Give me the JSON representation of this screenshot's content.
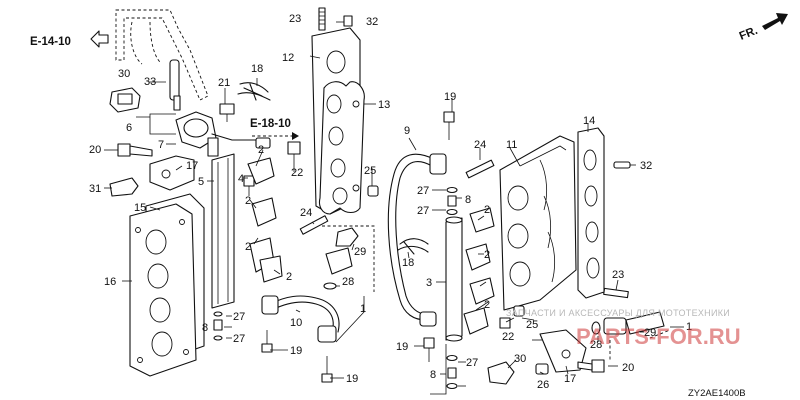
{
  "references": {
    "left": "E-14-10",
    "middle": "E-18-10",
    "front": "FR."
  },
  "diagram_code": "ZY2AE1400B",
  "watermark": {
    "line1": "ЗАПЧАСТИ И АКСЕССУАРЫ ДЛЯ МОТОТЕХНИКИ",
    "line2": "PARTS-FOR.RU"
  },
  "callouts": {
    "c1a": "1",
    "c1b": "1",
    "c2a": "2",
    "c2b": "2",
    "c2c": "2",
    "c2d": "2",
    "c2e": "2",
    "c2f": "2",
    "c2g": "2",
    "c3": "3",
    "c4": "4",
    "c5": "5",
    "c6": "6",
    "c7": "7",
    "c8a": "8",
    "c8b": "8",
    "c8c": "8",
    "c9": "9",
    "c10": "10",
    "c11": "11",
    "c12": "12",
    "c13": "13",
    "c14": "14",
    "c15": "15",
    "c16": "16",
    "c17a": "17",
    "c17b": "17",
    "c18a": "18",
    "c18b": "18",
    "c19a": "19",
    "c19b": "19",
    "c19c": "19",
    "c19d": "19",
    "c20a": "20",
    "c20b": "20",
    "c21": "21",
    "c22a": "22",
    "c22b": "22",
    "c23a": "23",
    "c23b": "23",
    "c24a": "24",
    "c24b": "24",
    "c25a": "25",
    "c25b": "25",
    "c26": "26",
    "c27a": "27",
    "c27b": "27",
    "c27c": "27",
    "c27d": "27",
    "c27e": "27",
    "c28a": "28",
    "c28b": "28",
    "c29a": "29",
    "c29b": "29",
    "c30a": "30",
    "c30b": "30",
    "c31": "31",
    "c32a": "32",
    "c32b": "32",
    "c33": "33"
  }
}
